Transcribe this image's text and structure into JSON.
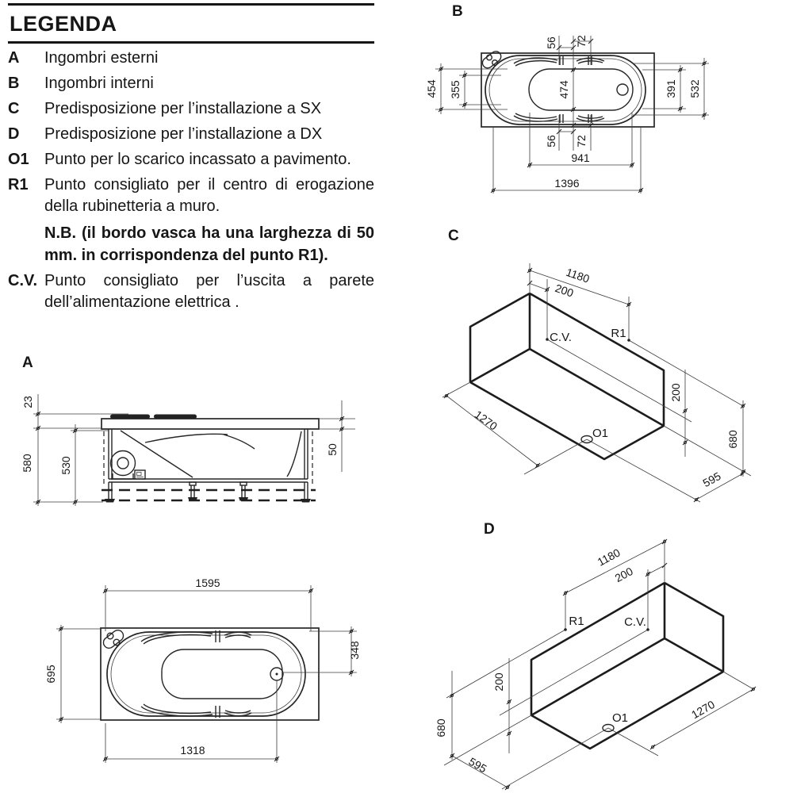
{
  "legend": {
    "title": "LEGENDA",
    "items": [
      {
        "key": "A",
        "text": "Ingombri esterni"
      },
      {
        "key": "B",
        "text": "Ingombri interni"
      },
      {
        "key": "C",
        "text": "Predisposizione per l’installazione a SX"
      },
      {
        "key": "D",
        "text": "Predisposizione per l’installazione a DX"
      },
      {
        "key": "O1",
        "text": "Punto per lo scarico incassato a pavimento."
      },
      {
        "key": "R1",
        "text": "Punto consigliato per il centro di erogazione della rubinetteria a muro."
      }
    ],
    "note": "N.B. (il bordo vasca ha una larghezza di 50 mm. in corrispondenza del punto R1).",
    "cv_key": "C.V.",
    "cv_text": "Punto consigliato per l’uscita a parete dell’alimentazione elettrica ."
  },
  "views": {
    "a": {
      "label": "A",
      "side": {
        "d23": "23",
        "d580": "580",
        "d530": "530",
        "d50": "50"
      },
      "top": {
        "d1595": "1595",
        "d695": "695",
        "d348": "348",
        "d1318": "1318"
      }
    },
    "b": {
      "label": "B",
      "t56": "56",
      "t72": "72",
      "l454": "454",
      "l355": "355",
      "c474": "474",
      "r391": "391",
      "r532": "532",
      "b56": "56",
      "b72": "72",
      "d941": "941",
      "d1396": "1396"
    },
    "c": {
      "label": "C",
      "d1180": "1180",
      "d200top": "200",
      "cv": "C.V.",
      "r1": "R1",
      "d200side": "200",
      "d1270": "1270",
      "o1": "O1",
      "d680": "680",
      "d595": "595"
    },
    "d": {
      "label": "D",
      "d1180": "1180",
      "d200top": "200",
      "r1": "R1",
      "cv": "C.V.",
      "d200side": "200",
      "d680": "680",
      "d595": "595",
      "d1270": "1270",
      "o1": "O1"
    }
  }
}
